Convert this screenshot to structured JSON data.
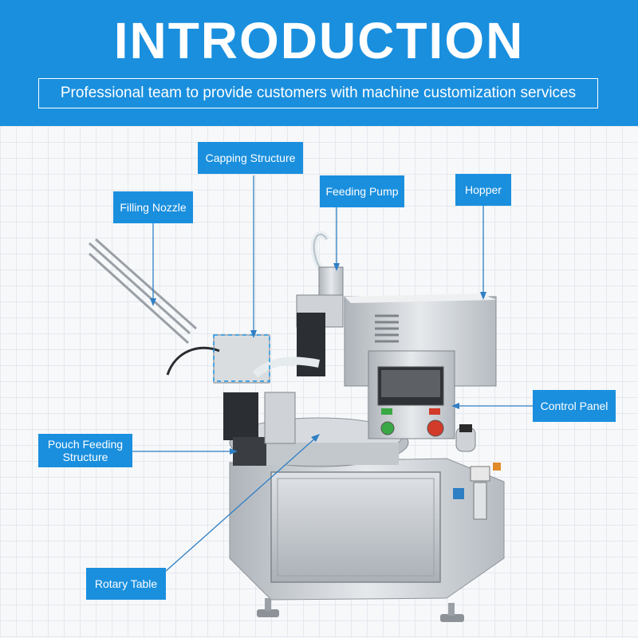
{
  "header": {
    "title": "INTRODUCTION",
    "subtitle": "Professional team to provide customers with machine customization services"
  },
  "labels": {
    "capping_structure": "Capping Structure",
    "filling_nozzle": "Filling Nozzle",
    "feeding_pump": "Feeding Pump",
    "hopper": "Hopper",
    "control_panel": "Control Panel",
    "pouch_feeding_line1": "Pouch Feeding",
    "pouch_feeding_line2": "Structure",
    "rotary_table": "Rotary Table"
  },
  "colors": {
    "accent": "#1a8fde",
    "steel": "#c9ced3"
  }
}
